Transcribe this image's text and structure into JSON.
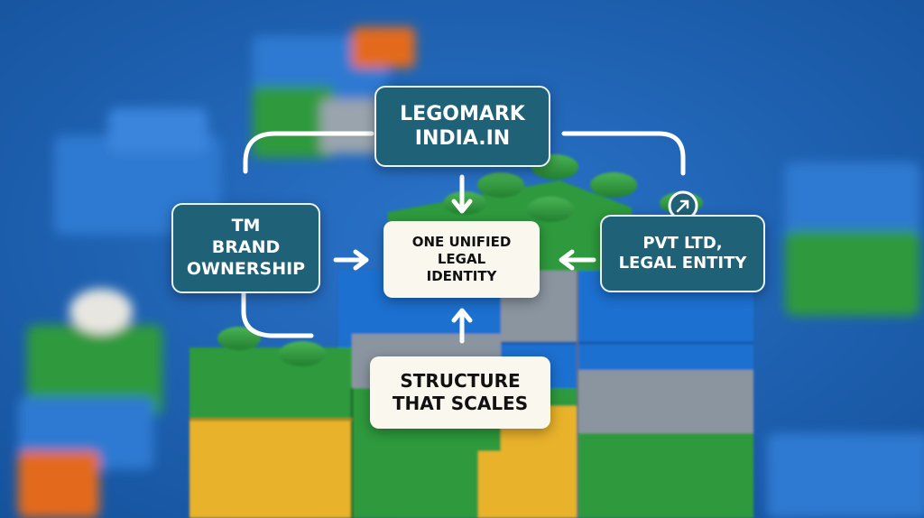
{
  "nodes": {
    "top": {
      "line1": "LEGOMARK",
      "line2": "INDIA.IN"
    },
    "left": {
      "line1": "TM",
      "line2": "BRAND",
      "line3": "OWNERSHIP"
    },
    "center": {
      "line1": "ONE UNIFIED",
      "line2": "LEGAL",
      "line3": "IDENTITY"
    },
    "right": {
      "line1": "PVT LTD,",
      "line2": "LEGAL ENTITY"
    },
    "bottom": {
      "line1": "STRUCTURE",
      "line2": "THAT SCALES"
    }
  },
  "colors": {
    "background": "#1a5fb4",
    "teal_box": "#1f6277",
    "cream_box": "#faf7ef",
    "brick_blue": "#1d6fd0",
    "brick_green": "#2e9a3c",
    "brick_yellow": "#e8b22a",
    "brick_gray": "#8a95a0",
    "brick_orange": "#e36b1c",
    "connector": "#ffffff"
  }
}
